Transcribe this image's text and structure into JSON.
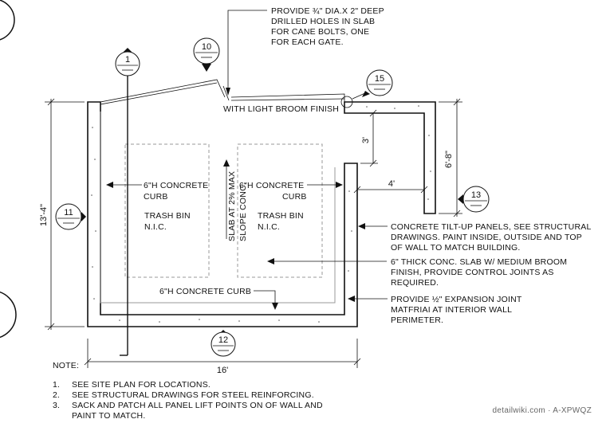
{
  "callouts": {
    "drill_holes": [
      "PROVIDE ¾\" DIA.X 2\" DEEP",
      "DRILLED HOLES IN SLAB",
      "FOR CANE BOLTS, ONE",
      "FOR EACH GATE."
    ],
    "broom_finish": "WITH LIGHT BROOM FINISH",
    "curb_left": [
      "6\"H CONCRETE",
      "CURB"
    ],
    "curb_right": [
      "6\"H CONCRETE",
      "CURB"
    ],
    "trash_bin_left": [
      "TRASH BIN",
      "N.I.C."
    ],
    "trash_bin_right": [
      "TRASH BIN",
      "N.I.C."
    ],
    "slab_slope": [
      "SLAB AT 2% MAX",
      "SLOPE CONC."
    ],
    "curb_bottom": "6\"H CONCRETE CURB",
    "tilt_up": [
      "CONCRETE TILT-UP PANELS, SEE STRUCTURAL",
      "DRAWINGS. PAINT INSIDE, OUTSIDE AND TOP",
      "OF WALL TO MATCH BUILDING."
    ],
    "thick_slab": [
      "6\" THICK CONC. SLAB W/ MEDIUM BROOM",
      "FINISH, PROVIDE CONTROL JOINTS AS",
      "REQUIRED."
    ],
    "expansion_joint": [
      "PROVIDE ½\" EXPANSION JOINT",
      "MATFRIAI AT INTERIOR WALL",
      "PERIMETER."
    ]
  },
  "dimensions": {
    "width": "16'",
    "height": "13'-4\"",
    "wing_offset": "3'",
    "wing_length": "4'",
    "wing_height": "6'-8\""
  },
  "detail_tags": [
    "1",
    "10",
    "15",
    "11",
    "13",
    "12"
  ],
  "notes": {
    "heading": "NOTE:",
    "items": [
      [
        "1.",
        "SEE SITE PLAN FOR LOCATIONS."
      ],
      [
        "2.",
        "SEE STRUCTURAL DRAWINGS FOR STEEL REINFORCING."
      ],
      [
        "3.",
        "SACK AND PATCH ALL PANEL LIFT POINTS ON OF WALL AND",
        "PAINT TO MATCH."
      ]
    ]
  },
  "watermark": "detailwiki.com · A-XPWQZ"
}
